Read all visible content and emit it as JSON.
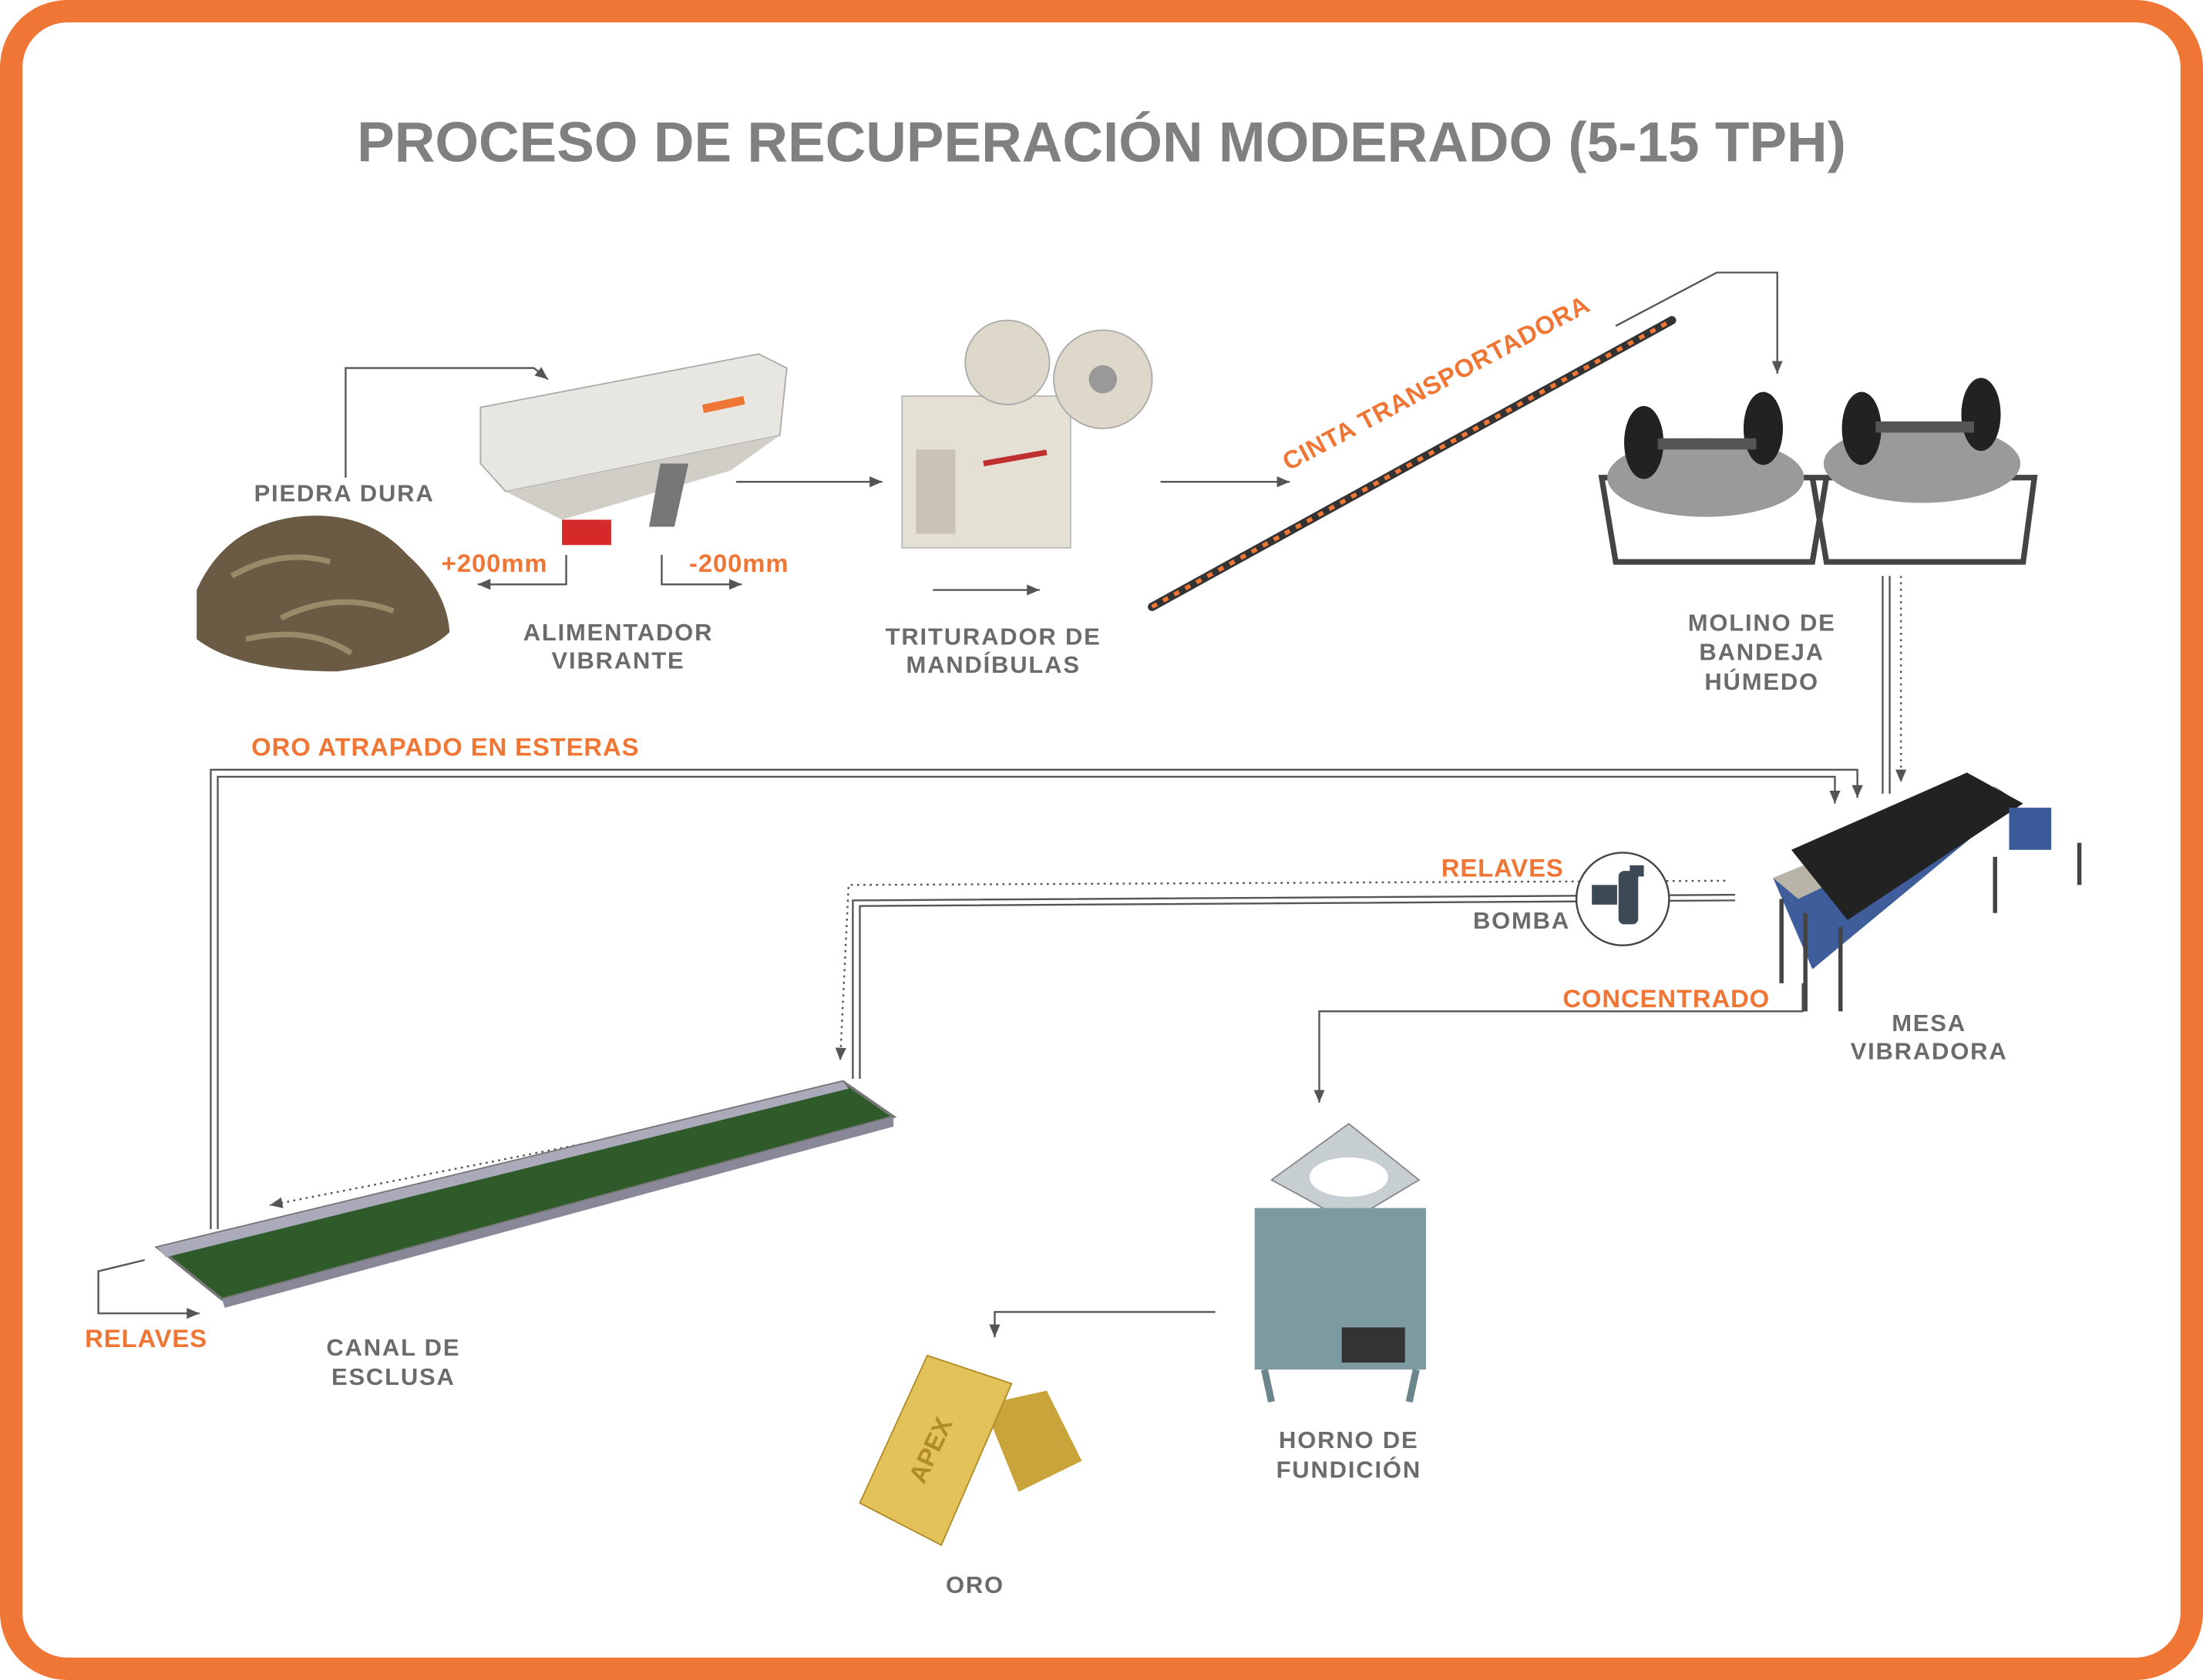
{
  "title": "PROCESO DE RECUPERACIÓN MODERADO (5-15 TPH)",
  "colors": {
    "frame": "#f07636",
    "accent": "#f07636",
    "text": "#808080"
  },
  "stages": {
    "rock": {
      "label": "PIEDRA DURA"
    },
    "feeder": {
      "line1": "ALIMENTADOR",
      "line2": "VIBRANTE",
      "oversize": "+200mm",
      "undersize": "-200mm"
    },
    "crusher": {
      "line1": "TRITURADOR DE",
      "line2": "MANDÍBULAS"
    },
    "conveyor": {
      "label": "CINTA TRANSPORTADORA"
    },
    "mill": {
      "line1": "MOLINO DE",
      "line2": "BANDEJA",
      "line3": "HÚMEDO"
    },
    "table": {
      "line1": "MESA",
      "line2": "VIBRADORA"
    },
    "pump": {
      "label": "BOMBA"
    },
    "sluice": {
      "line1": "CANAL DE",
      "line2": "ESCLUSA"
    },
    "furnace": {
      "line1": "HORNO DE",
      "line2": "FUNDICIÓN"
    },
    "gold": {
      "label": "ORO",
      "stamp": "APEX"
    }
  },
  "flows": {
    "gold_in_mats": "ORO ATRAPADO EN ESTERAS",
    "tailings_pump": "RELAVES",
    "concentrate": "CONCENTRADO",
    "tailings_out": "RELAVES"
  }
}
